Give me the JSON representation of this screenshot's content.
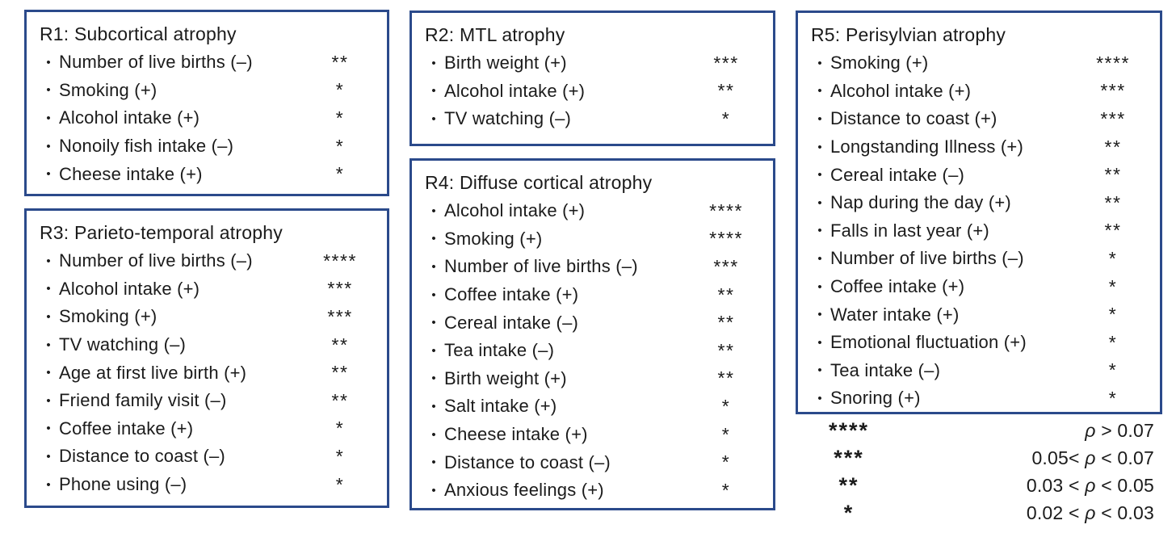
{
  "colors": {
    "box_border": "#2b4a8b",
    "text": "#1b1b1b",
    "background": "#ffffff"
  },
  "glyphs": {
    "bullet": "•"
  },
  "boxes": [
    {
      "id": "R1",
      "title": "R1: Subcortical atrophy",
      "items": [
        {
          "label": "Number of live births (–)",
          "stars": "**"
        },
        {
          "label": "Smoking (+)",
          "stars": "*"
        },
        {
          "label": "Alcohol intake (+)",
          "stars": "*"
        },
        {
          "label": "Nonoily fish intake (–)",
          "stars": "*"
        },
        {
          "label": "Cheese intake (+)",
          "stars": "*"
        }
      ]
    },
    {
      "id": "R2",
      "title": "R2: MTL atrophy",
      "items": [
        {
          "label": "Birth weight (+)",
          "stars": "***"
        },
        {
          "label": "Alcohol intake (+)",
          "stars": "**"
        },
        {
          "label": "TV watching (–)",
          "stars": "*"
        }
      ]
    },
    {
      "id": "R3",
      "title": "R3: Parieto-temporal atrophy",
      "items": [
        {
          "label": "Number of live births (–)",
          "stars": "****"
        },
        {
          "label": "Alcohol intake (+)",
          "stars": "***"
        },
        {
          "label": "Smoking (+)",
          "stars": "***"
        },
        {
          "label": "TV watching (–)",
          "stars": "**"
        },
        {
          "label": "Age at first live birth (+)",
          "stars": "**"
        },
        {
          "label": "Friend family visit (–)",
          "stars": "**"
        },
        {
          "label": "Coffee intake (+)",
          "stars": "*"
        },
        {
          "label": "Distance to coast (–)",
          "stars": "*"
        },
        {
          "label": "Phone using (–)",
          "stars": "*"
        }
      ]
    },
    {
      "id": "R4",
      "title": "R4: Diffuse cortical atrophy",
      "items": [
        {
          "label": "Alcohol intake (+)",
          "stars": "****"
        },
        {
          "label": "Smoking (+)",
          "stars": "****"
        },
        {
          "label": "Number of live births (–)",
          "stars": "***"
        },
        {
          "label": "Coffee intake (+)",
          "stars": "**"
        },
        {
          "label": "Cereal intake (–)",
          "stars": "**"
        },
        {
          "label": "Tea intake (–)",
          "stars": "**"
        },
        {
          "label": "Birth weight (+)",
          "stars": "**"
        },
        {
          "label": "Salt intake (+)",
          "stars": "*"
        },
        {
          "label": "Cheese intake (+)",
          "stars": "*"
        },
        {
          "label": "Distance to coast (–)",
          "stars": "*"
        },
        {
          "label": "Anxious feelings (+)",
          "stars": "*"
        }
      ]
    },
    {
      "id": "R5",
      "title": "R5: Perisylvian atrophy",
      "items": [
        {
          "label": "Smoking (+)",
          "stars": "****"
        },
        {
          "label": "Alcohol intake (+)",
          "stars": "***"
        },
        {
          "label": "Distance to coast (+)",
          "stars": "***"
        },
        {
          "label": "Longstanding Illness (+)",
          "stars": "**"
        },
        {
          "label": "Cereal intake (–)",
          "stars": "**"
        },
        {
          "label": "Nap during the day (+)",
          "stars": "**"
        },
        {
          "label": "Falls in last year (+)",
          "stars": "**"
        },
        {
          "label": "Number of live births (–)",
          "stars": "*"
        },
        {
          "label": "Coffee intake (+)",
          "stars": "*"
        },
        {
          "label": "Water intake (+)",
          "stars": "*"
        },
        {
          "label": "Emotional fluctuation (+)",
          "stars": "*"
        },
        {
          "label": "Tea intake (–)",
          "stars": "*"
        },
        {
          "label": "Snoring (+)",
          "stars": "*"
        }
      ]
    }
  ],
  "legend": {
    "rows": [
      {
        "stars": "****",
        "pre": "",
        "rho": "ρ",
        "post": " > 0.07"
      },
      {
        "stars": "***",
        "pre": "0.05< ",
        "rho": "ρ",
        "post": " < 0.07"
      },
      {
        "stars": "**",
        "pre": "0.03 < ",
        "rho": "ρ",
        "post": " < 0.05"
      },
      {
        "stars": "*",
        "pre": "0.02 < ",
        "rho": "ρ",
        "post": " < 0.03"
      }
    ]
  }
}
